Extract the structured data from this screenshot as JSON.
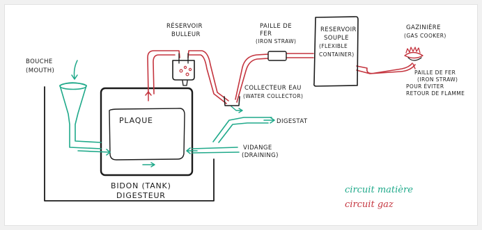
{
  "colors": {
    "matter": "#1fa98a",
    "gas": "#c4343e",
    "ink": "#1a1a1a",
    "background": "#ffffff"
  },
  "labels": {
    "mouth": [
      "BOUCHE",
      "(MOUTH)"
    ],
    "bubbler_tank": [
      "RÉSERVOIR",
      "BULLEUR"
    ],
    "iron_straw_top": [
      "PAILLE DE",
      "FER",
      "(IRON STRAW)"
    ],
    "flexible_tank": [
      "RESERVOIR",
      "SOUPLE",
      "(FLEXIBLE",
      "CONTAINER)"
    ],
    "gas_cooker": [
      "GAZINIÈRE",
      "(GAS COOKER)"
    ],
    "water_collector": [
      "COLLECTEUR EAU",
      "(WATER COLLECTOR)"
    ],
    "flame_straw": [
      "PAILLE DE FER",
      "(IRON STRAW)",
      "POUR ÉVITER",
      "RETOUR DE FLAMME"
    ],
    "plate": "PLAQUE",
    "digestate": "DIGESTAT",
    "draining": [
      "VIDANGE",
      "(DRAINING)"
    ],
    "tank": [
      "BIDON (TANK)",
      "DIGESTEUR"
    ]
  },
  "legend": {
    "matter": "circuit matière",
    "gas": "circuit gaz"
  }
}
